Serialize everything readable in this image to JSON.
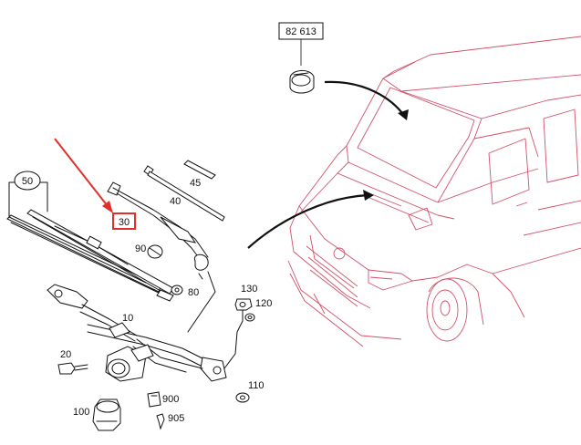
{
  "colors": {
    "van_line": "#d4506a",
    "parts_line": "#111111",
    "highlight": "#e0302a",
    "arrow": "#e0302a"
  },
  "callouts": {
    "ref_box": "82 613",
    "blade_group": "50",
    "wiper_arm": "30",
    "arm_insert": "40",
    "clip": "45",
    "cap": "90",
    "arm_nut": "80",
    "linkage": "10",
    "washer": "130",
    "nut_small": "120",
    "bolt": "20",
    "motor": "100",
    "bushing": "110",
    "connector": "900",
    "screw": "905"
  }
}
